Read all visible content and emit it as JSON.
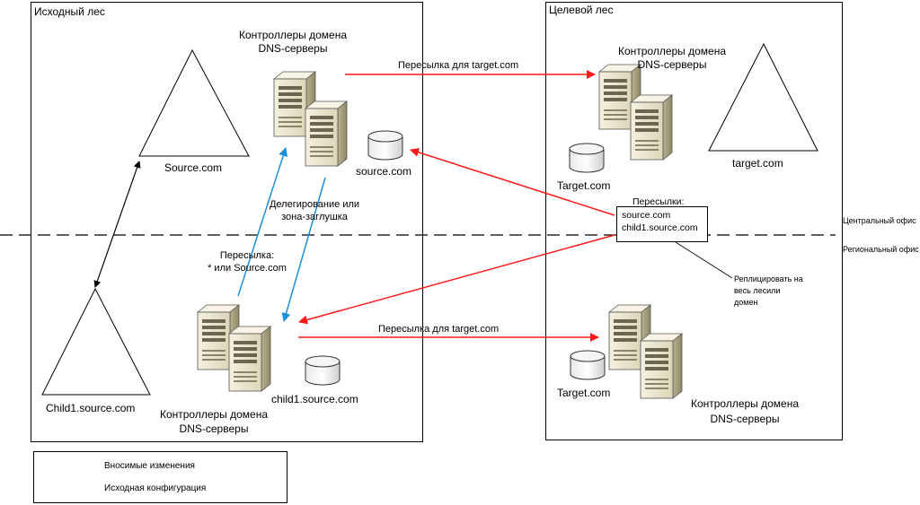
{
  "source_forest": {
    "title": "Исходный лес"
  },
  "target_forest": {
    "title": "Целевой лес"
  },
  "zones": {
    "central": "Центральный офис",
    "regional": "Региональный офис"
  },
  "source_dc": {
    "title": "Контроллеры домена",
    "subtitle": "DNS-серверы",
    "db_label": "source.com"
  },
  "target_dc_top": {
    "title": "Контроллеры домена",
    "subtitle": "DNS-серверы",
    "db_label": "Target.com"
  },
  "child_dc": {
    "title": "Контроллеры домена",
    "subtitle": "DNS-серверы",
    "db_label": "child1.source.com"
  },
  "target_dc_bottom": {
    "title": "Контроллеры домена",
    "subtitle": "DNS-серверы",
    "db_label": "Target.com"
  },
  "domains": {
    "source": "Source.com",
    "child": "Child1.source.com",
    "target": "target.com"
  },
  "arrows": {
    "forward_top": "Пересылка для target.com",
    "forward_bottom": "Пересылка для target.com",
    "delegation_line1": "Делегирование или",
    "delegation_line2": "зона-заглушка",
    "forward_child_line1": "Пересылка:",
    "forward_child_line2": "* или Source.com"
  },
  "forwarders_box": {
    "title": "Пересылки:",
    "line1": "source.com",
    "line2": "child1.source.com"
  },
  "replicate_note": {
    "line1": "Реплицировать на",
    "line2": "весь лесили",
    "line3": "домен"
  },
  "legend": {
    "changes": "Вносимые изменения",
    "original": "Исходная конфигурация"
  },
  "colors": {
    "change": "#ff1a1a",
    "original": "#1e90d8"
  }
}
